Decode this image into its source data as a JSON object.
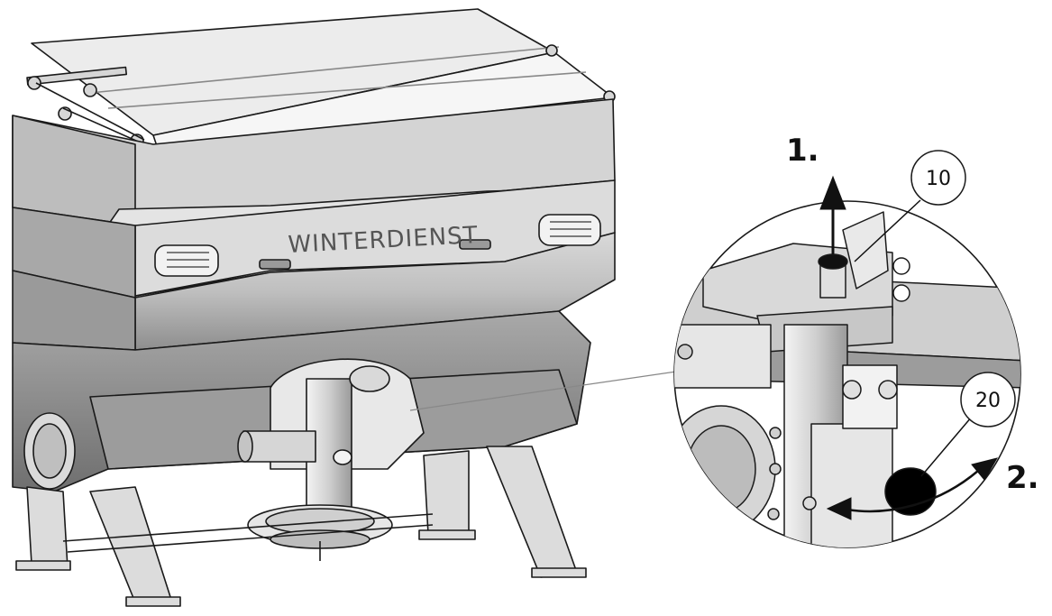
{
  "brand_text": "WINTERDIENST",
  "steps": [
    {
      "label": "1."
    },
    {
      "label": "2."
    }
  ],
  "callouts": [
    {
      "number": "10"
    },
    {
      "number": "20"
    }
  ],
  "colors": {
    "line": "#1a1a1a",
    "body_light": "#e6e6e6",
    "body_mid": "#c8c8c8",
    "body_dark": "#8f8f8f",
    "lid": "#ececec",
    "accent_black": "#000000"
  }
}
